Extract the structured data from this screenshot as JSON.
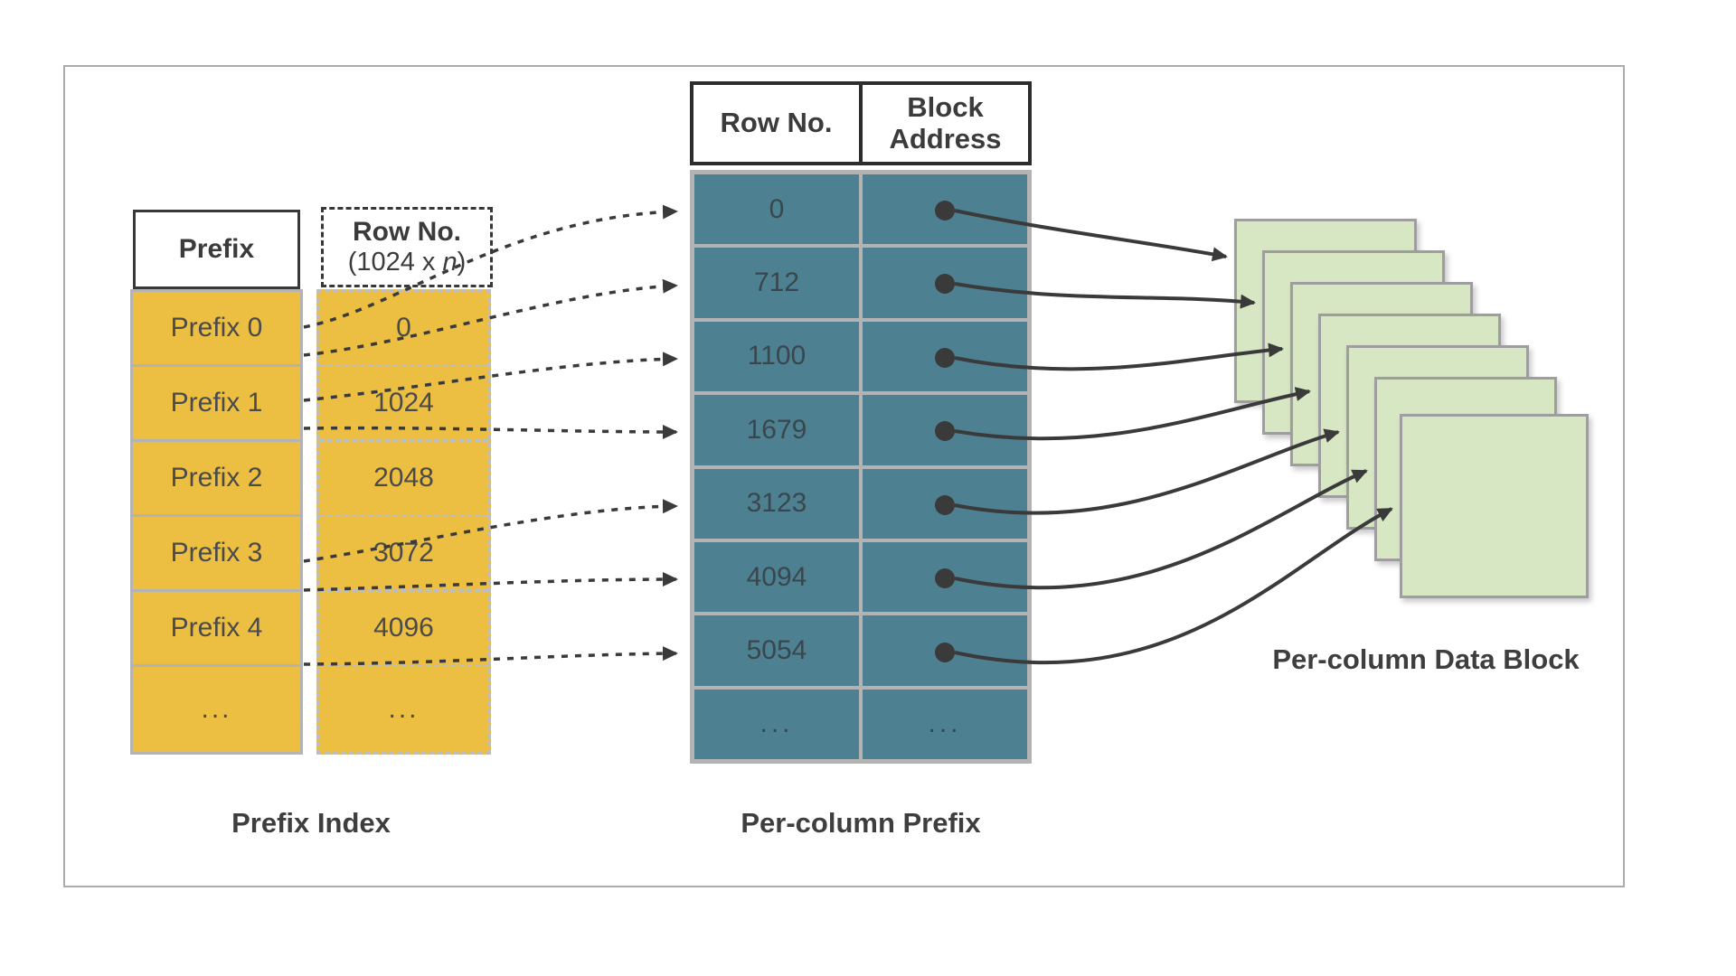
{
  "prefix_index": {
    "column_header": "Prefix",
    "row_no_header": {
      "line1": "Row No.",
      "line2_pre": "(1024 x ",
      "line2_var": "n",
      "line2_post": ")"
    },
    "rows": [
      {
        "prefix": "Prefix 0",
        "row_no": "0"
      },
      {
        "prefix": "Prefix 1",
        "row_no": "1024"
      },
      {
        "prefix": "Prefix 2",
        "row_no": "2048"
      },
      {
        "prefix": "Prefix 3",
        "row_no": "3072"
      },
      {
        "prefix": "Prefix 4",
        "row_no": "4096"
      },
      {
        "prefix": "...",
        "row_no": "..."
      }
    ],
    "caption": "Prefix Index"
  },
  "per_column_prefix": {
    "headers": {
      "col1": "Row No.",
      "col2_line1": "Block",
      "col2_line2": "Address"
    },
    "rows": [
      {
        "row_no": "0"
      },
      {
        "row_no": "712"
      },
      {
        "row_no": "1100"
      },
      {
        "row_no": "1679"
      },
      {
        "row_no": "3123"
      },
      {
        "row_no": "4094"
      },
      {
        "row_no": "5054"
      },
      {
        "row_no": "...",
        "block_address": "..."
      }
    ],
    "caption": "Per-column Prefix"
  },
  "data_blocks": {
    "caption": "Per-column Data Block",
    "block_count": 7
  },
  "colors": {
    "prefix_fill": "#ecbf42",
    "table_fill": "#4d8191",
    "block_fill": "#d7e7c4",
    "arrow": "#3a3a3a",
    "border_gray": "#b3b3b3"
  }
}
